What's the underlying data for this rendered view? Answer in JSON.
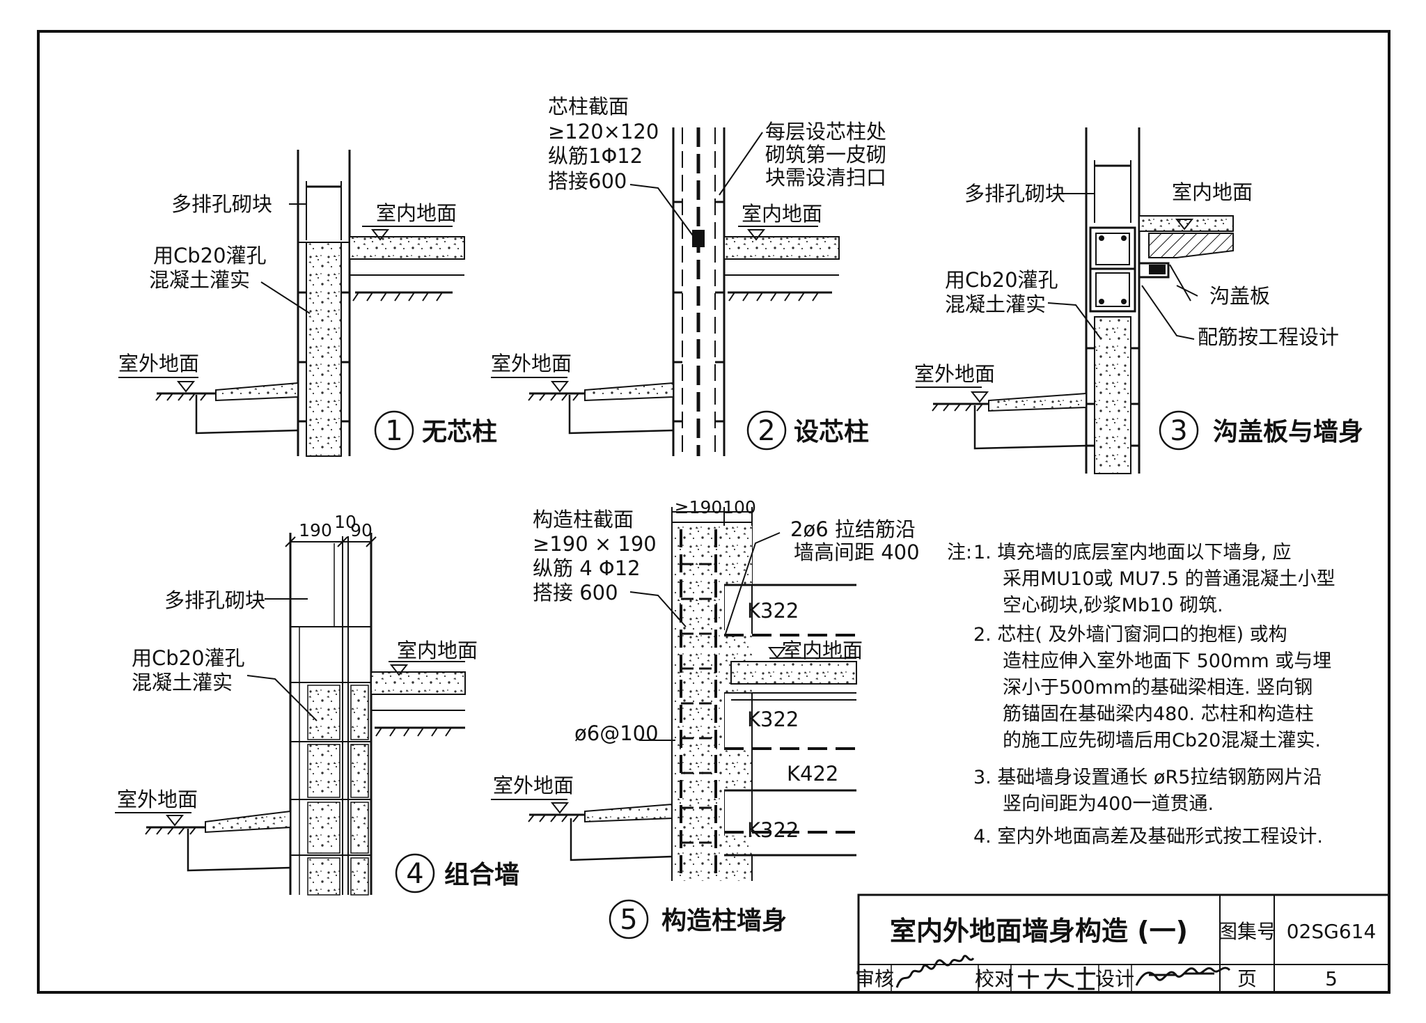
{
  "details": [
    {
      "number": "1",
      "caption": "无芯柱",
      "labels": {
        "block": "多排孔砌块",
        "indoor": "室内地面",
        "grout1": "用Cb20灌孔",
        "grout2": "混凝土灌实",
        "outdoor": "室外地面"
      }
    },
    {
      "number": "2",
      "caption": "设芯柱",
      "labels": {
        "core1": "芯柱截面",
        "core2": "≥120×120",
        "core3": "纵筋1Φ12",
        "core4": "搭接600",
        "clean1": "每层设芯柱处",
        "clean2": "砌筑第一皮砌",
        "clean3": "块需设清扫口",
        "indoor": "室内地面",
        "outdoor": "室外地面"
      }
    },
    {
      "number": "3",
      "caption": "沟盖板与墙身",
      "labels": {
        "block": "多排孔砌块",
        "indoor": "室内地面",
        "grout1": "用Cb20灌孔",
        "grout2": "混凝土灌实",
        "cover": "沟盖板",
        "rebar": "配筋按工程设计",
        "outdoor": "室外地面"
      }
    },
    {
      "number": "4",
      "caption": "组合墙",
      "labels": {
        "dim1": "190",
        "dim2": "10",
        "dim3": "90",
        "block": "多排孔砌块",
        "grout1": "用Cb20灌孔",
        "grout2": "混凝土灌实",
        "indoor": "室内地面",
        "outdoor": "室外地面"
      }
    },
    {
      "number": "5",
      "caption": "构造柱墙身",
      "labels": {
        "dim1": "≥190",
        "dim2": "100",
        "col1": "构造柱截面",
        "col2": "≥190 × 190",
        "col3": "纵筋 4 Φ12",
        "col4": "搭接  600",
        "tie1": "2ø6 拉结筋沿",
        "tie2": "墙高间距 400",
        "k1": "K322",
        "indoor": "室内地面",
        "k2": "K322",
        "stirrup": "ø6@100",
        "k3": "K422",
        "outdoor": "室外地面",
        "k4": "K322"
      }
    }
  ],
  "notes": {
    "prefix": "注:",
    "lines": [
      "1. 填充墙的底层室内地面以下墙身, 应",
      "采用MU10或 MU7.5 的普通混凝土小型",
      "空心砌块,砂浆Mb10 砌筑.",
      "2. 芯柱( 及外墙门窗洞口的抱框) 或构",
      "造柱应伸入室外地面下 500mm 或与埋",
      "深小于500mm的基础梁相连. 竖向钢",
      "筋锚固在基础梁内480. 芯柱和构造柱",
      "的施工应先砌墙后用Cb20混凝土灌实.",
      "3. 基础墙身设置通长 øR5拉结钢筋网片沿",
      "竖向间距为400一道贯通.",
      "4. 室内外地面高差及基础形式按工程设计."
    ]
  },
  "title_block": {
    "title": "室内外地面墙身构造 (一)",
    "atlas_label": "图集号",
    "atlas_no": "02SG614",
    "review": "审核",
    "check": "校对",
    "design": "设计",
    "page_label": "页",
    "page_no": "5"
  }
}
